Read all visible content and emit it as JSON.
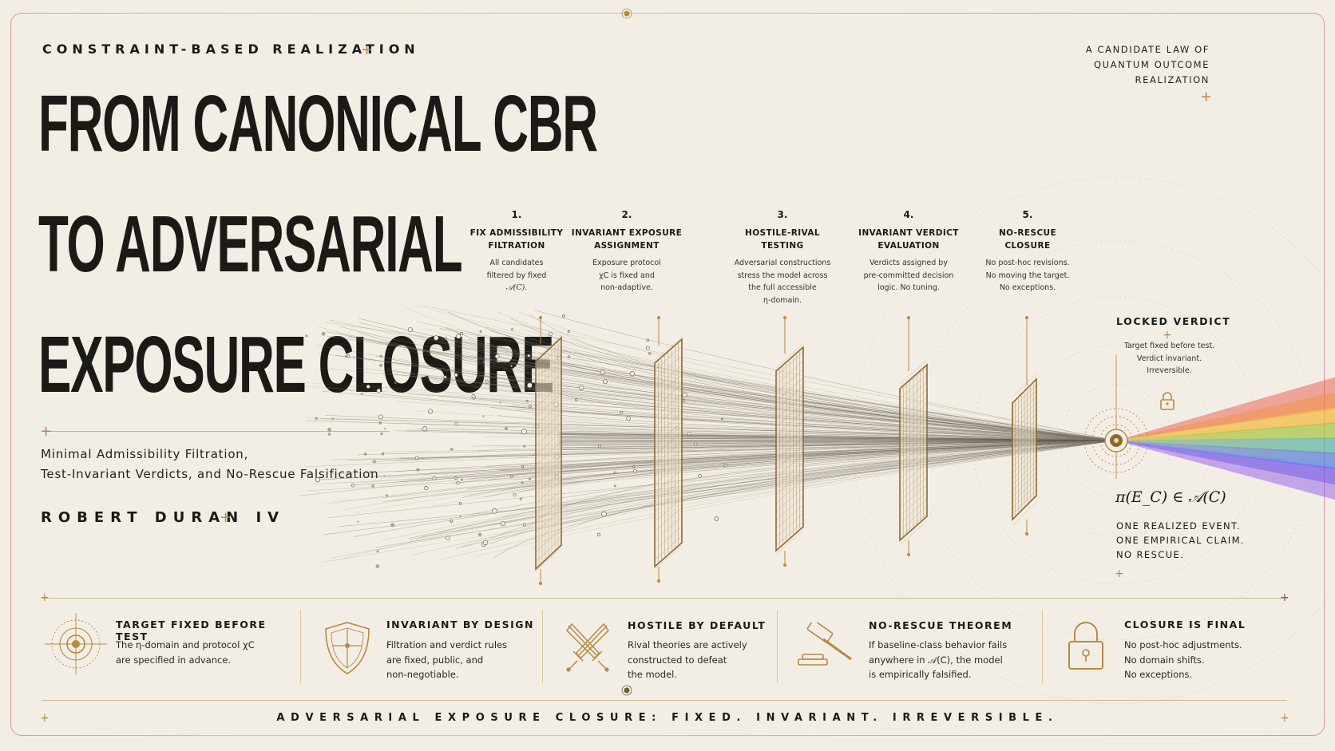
{
  "header": {
    "kicker": "CONSTRAINT-BASED REALIZATION",
    "headline": [
      "FROM CANONICAL CBR",
      "TO ADVERSARIAL",
      "EXPOSURE CLOSURE"
    ],
    "subtitle": [
      "Minimal Admissibility Filtration,",
      "Test-Invariant Verdicts, and No-Rescue Falsification"
    ],
    "author": "ROBERT DURAN IV"
  },
  "top_right": [
    "A CANDIDATE LAW OF",
    "QUANTUM OUTCOME",
    "REALIZATION"
  ],
  "stages": [
    {
      "num": "1.",
      "title": [
        "FIX ADMISSIBILITY",
        "FILTRATION"
      ],
      "desc": [
        "All candidates",
        "filtered by fixed",
        "𝒜(C)."
      ]
    },
    {
      "num": "2.",
      "title": [
        "INVARIANT EXPOSURE",
        "ASSIGNMENT"
      ],
      "desc": [
        "Exposure protocol",
        "χC is fixed and",
        "non-adaptive."
      ]
    },
    {
      "num": "3.",
      "title": [
        "HOSTILE-RIVAL",
        "TESTING"
      ],
      "desc": [
        "Adversarial constructions",
        "stress the model across",
        "the full accessible",
        "η-domain."
      ]
    },
    {
      "num": "4.",
      "title": [
        "INVARIANT VERDICT",
        "EVALUATION"
      ],
      "desc": [
        "Verdicts assigned by",
        "pre-committed decision",
        "logic. No tuning."
      ]
    },
    {
      "num": "5.",
      "title": [
        "NO-RESCUE",
        "CLOSURE"
      ],
      "desc": [
        "No post-hoc revisions.",
        "No moving the target.",
        "No exceptions."
      ]
    }
  ],
  "locked": {
    "title": "LOCKED VERDICT",
    "desc": [
      "Target fixed before test.",
      "Verdict invariant.",
      "Irreversible."
    ],
    "formula": "π(E_C) ∈ 𝒜(C)",
    "claims": [
      "ONE REALIZED EVENT.",
      "ONE EMPIRICAL CLAIM.",
      "NO RESCUE."
    ]
  },
  "features": [
    {
      "icon": "target-icon",
      "title": "TARGET FIXED BEFORE TEST",
      "desc": [
        "The η-domain and protocol χC",
        "are specified in advance."
      ]
    },
    {
      "icon": "shield-icon",
      "title": "INVARIANT BY DESIGN",
      "desc": [
        "Filtration and verdict rules",
        "are fixed, public, and",
        "non-negotiable."
      ]
    },
    {
      "icon": "crossed-swords-icon",
      "title": "HOSTILE BY DEFAULT",
      "desc": [
        "Rival theories are actively",
        "constructed to defeat",
        "the model."
      ]
    },
    {
      "icon": "gavel-icon",
      "title": "NO-RESCUE THEOREM",
      "desc": [
        "If baseline-class behavior fails",
        "anywhere in 𝒜(C), the model",
        "is empirically falsified."
      ]
    },
    {
      "icon": "padlock-icon",
      "title": "CLOSURE IS FINAL",
      "desc": [
        "No post-hoc adjustments.",
        "No domain shifts.",
        "No exceptions."
      ]
    }
  ],
  "footer": "ADVERSARIAL EXPOSURE CLOSURE: FIXED. INVARIANT. IRREVERSIBLE.",
  "colors": {
    "background": "#f3eee5",
    "ink": "#1c1a17",
    "gold": "#b58a43"
  }
}
